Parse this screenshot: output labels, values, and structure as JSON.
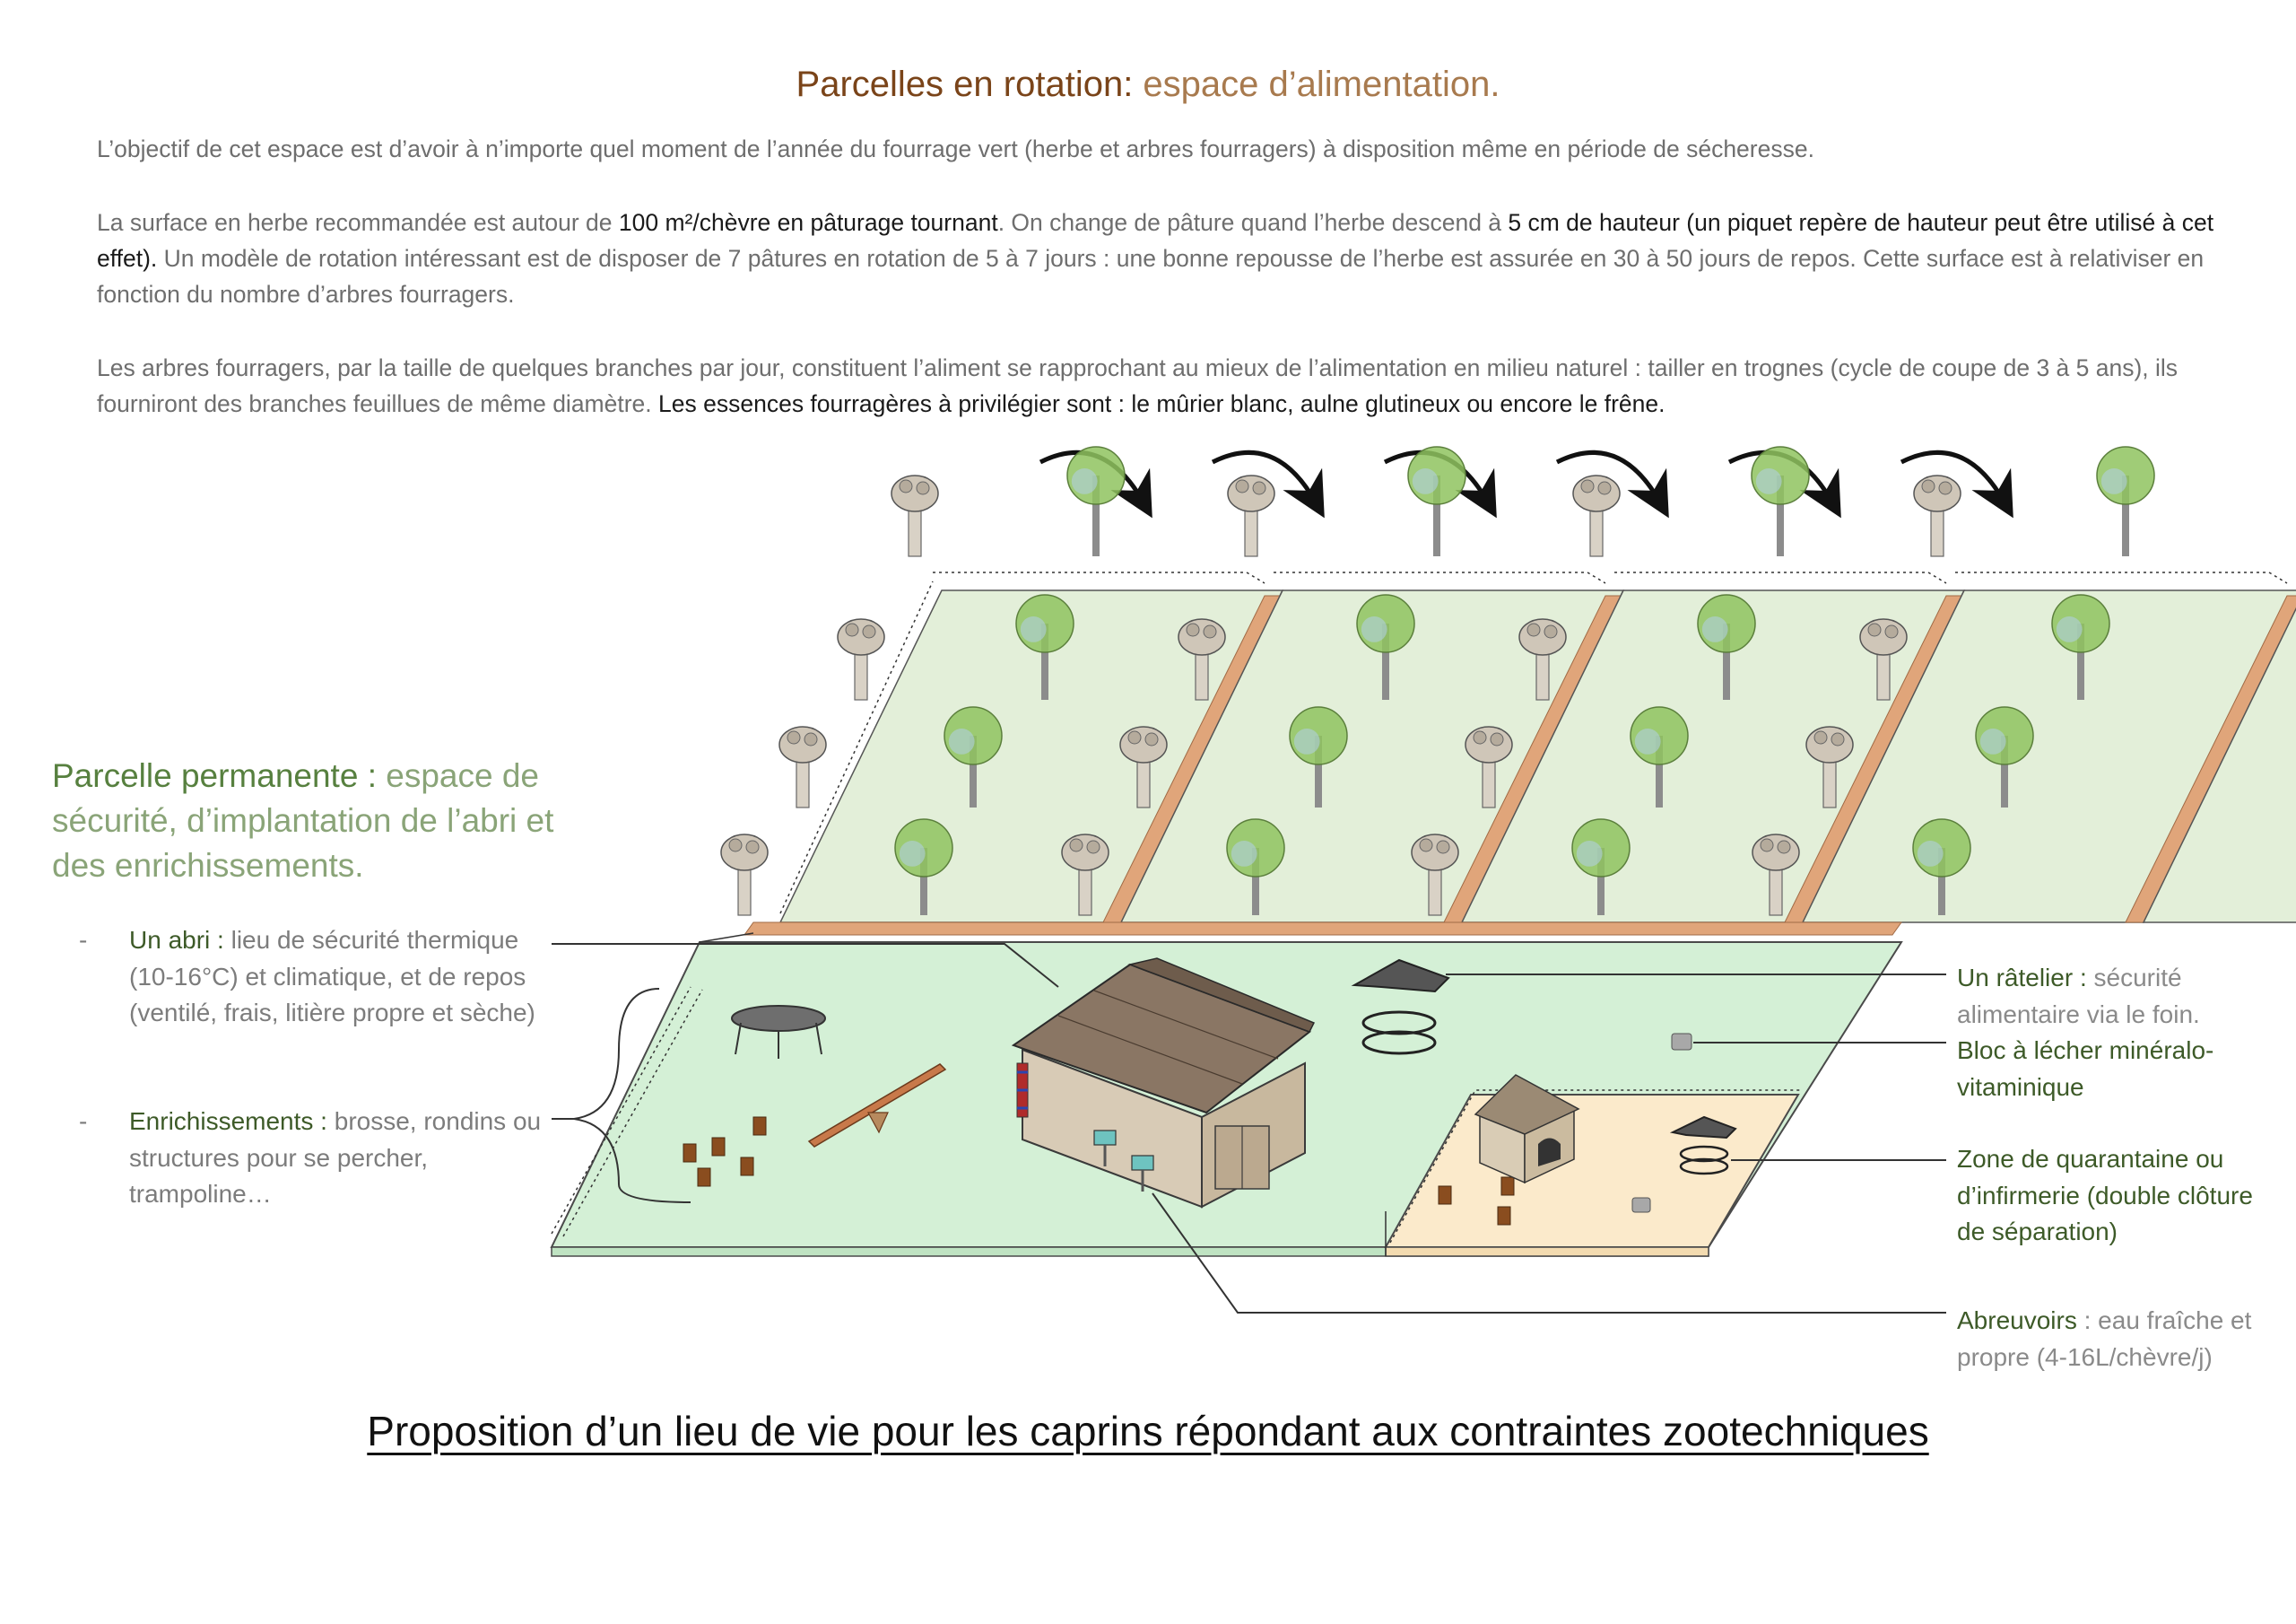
{
  "rotation_title": {
    "lead": "Parcelles en rotation:",
    "rest": " espace d’alimentation."
  },
  "paragraphs": [
    {
      "parts": [
        {
          "t": "L’objectif de cet espace est d’avoir à n’importe quel moment de l’année du fourrage vert (herbe et arbres fourragers) à disposition même en période de sécheresse.",
          "em": false
        }
      ]
    },
    {
      "parts": [
        {
          "t": "La surface en herbe recommandée est autour de ",
          "em": false
        },
        {
          "t": "100 m²/chèvre en pâturage tournant",
          "em": true
        },
        {
          "t": ". On change de pâture quand l’herbe descend à ",
          "em": false
        },
        {
          "t": "5 cm de hauteur (un piquet repère de hauteur peut être utilisé à cet effet).",
          "em": true
        },
        {
          "t": " Un modèle de rotation intéressant est de disposer de 7 pâtures en rotation de 5 à 7 jours : une bonne repousse de l’herbe est assurée en 30 à 50 jours de repos. Cette surface est à relativiser en fonction du nombre d’arbres fourragers.",
          "em": false
        }
      ]
    },
    {
      "parts": [
        {
          "t": "Les arbres fourragers, par la taille de quelques branches par jour, constituent l’aliment se rapprochant au mieux de l’alimentation en milieu naturel : tailler en trognes (cycle de coupe de 3 à 5 ans), ils fourniront des branches feuillues de même diamètre. ",
          "em": false
        },
        {
          "t": "Les essences fourragères à privilégier sont : le mûrier blanc, aulne glutineux ou encore le frêne.",
          "em": true
        }
      ]
    }
  ],
  "permanent": {
    "title_lead": "Parcelle permanente :",
    "title_rest": " espace de sécurité, d’implantation de l’abri et des enrichissements.",
    "items": [
      {
        "dash": "-",
        "label": "Un abri :",
        "text": " lieu de sécurité thermique (10-16°C) et climatique, et de repos (ventilé, frais, litière propre et sèche)"
      },
      {
        "dash": "-",
        "label": "Enrichissements :",
        "text": " brosse, rondins ou structures pour se percher, trampoline…"
      }
    ]
  },
  "right_labels": [
    {
      "label": "Un râtelier :",
      "text": " sécurité alimentaire via le foin."
    },
    {
      "label": "Bloc à lécher minéralo-vitaminique",
      "text": ""
    },
    {
      "label": "Zone de quarantaine ou d’infirmerie (double clôture de séparation)",
      "text": ""
    },
    {
      "label": "Abreuvoirs",
      "text": " : eau fraîche et propre (4-16L/chèvre/j)"
    }
  ],
  "caption": "Proposition d’un lieu de vie pour les caprins répondant aux contraintes zootechniques",
  "colors": {
    "rotation_paddock": "#e3efd9",
    "permanent_paddock": "#d4f0d6",
    "quarantine_zone": "#fbeacb",
    "path_strip": "#e0a57a",
    "label_green": "#3d5a28",
    "title_brown": "#7a4419"
  },
  "icons": [
    "pollard-tree-icon",
    "leafy-tree-icon",
    "rotation-arrow-icon",
    "shelter-house-icon",
    "hay-rack-icon",
    "trampoline-icon",
    "seesaw-icon",
    "log-stool-icon",
    "brush-icon",
    "water-trough-icon",
    "kennel-icon",
    "salt-lick-icon"
  ]
}
